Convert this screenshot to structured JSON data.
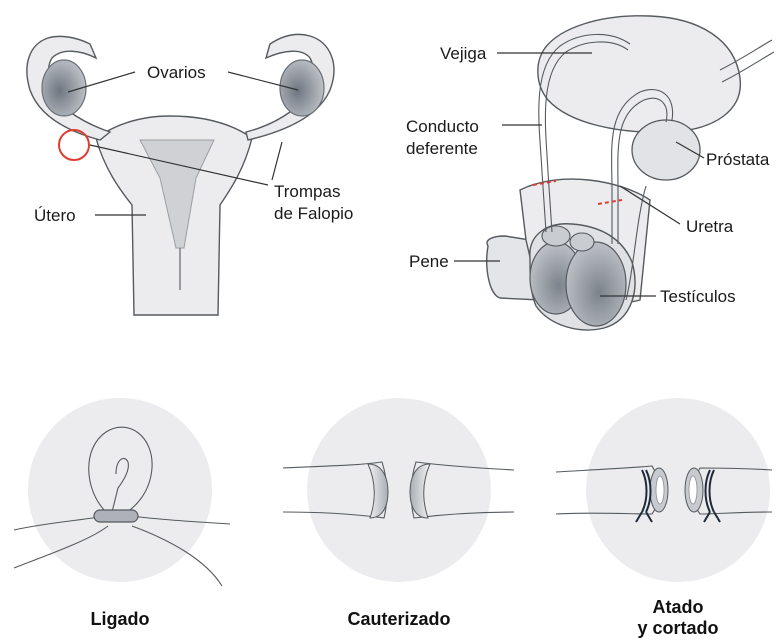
{
  "female": {
    "ovaries": "Ovarios",
    "uterus": "Útero",
    "tubes_line1": "Trompas",
    "tubes_line2": "de Falopio"
  },
  "male": {
    "bladder": "Vejiga",
    "vas_line1": "Conducto",
    "vas_line2": "deferente",
    "prostate": "Próstata",
    "urethra": "Uretra",
    "penis": "Pene",
    "testicles": "Testículos"
  },
  "methods": {
    "tied": "Ligado",
    "cauterized": "Cauterizado",
    "tied_cut_line1": "Atado",
    "tied_cut_line2": "y cortado"
  },
  "colors": {
    "tissue_light": "#ececee",
    "tissue_mid": "#d9dadd",
    "organ_dark": "#8a8f96",
    "highlight_circle": "#e03c31",
    "cut_mark": "#e03c31",
    "suture": "#1f2b3a"
  }
}
